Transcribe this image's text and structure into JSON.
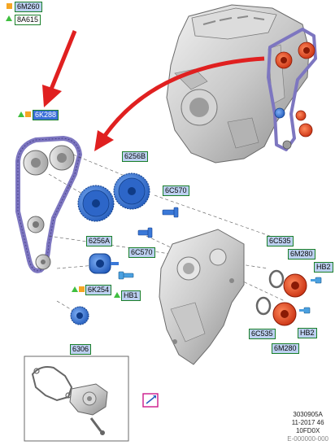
{
  "legend": {
    "item1": "6M260",
    "item2": "8A615"
  },
  "labels": {
    "belt": "6K288",
    "pulley_b": "6256B",
    "pulley_a": "6256A",
    "bolt_top": "6C570",
    "bolt_mid": "6C570",
    "seal_top": "6C535",
    "seal_bottom": "6C535",
    "actuator_top": "6M280",
    "actuator_bottom": "6M280",
    "hb2_top": "HB2",
    "hb2_bottom": "HB2",
    "tensioner": "6K254",
    "hb1": "HB1",
    "sprocket": "6306"
  },
  "reference": {
    "line1": "3030905A",
    "line2": "11-2017 46",
    "line3": "10FD0X",
    "line4": "E-000000-000"
  },
  "colors": {
    "belt": "#7d76c0",
    "gear": "#3a78d8",
    "arrow": "#e02020",
    "actuator": "#e8401c",
    "label_border": "#1a7f2a"
  }
}
